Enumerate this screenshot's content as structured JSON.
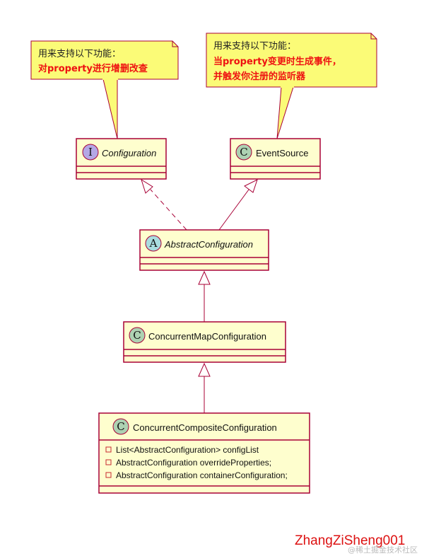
{
  "notes": {
    "left": {
      "line1": "用来支持以下功能：",
      "line2": "对property进行增删改查"
    },
    "right": {
      "line1": "用来支持以下功能：",
      "line2": "当property变更时生成事件，",
      "line3": "并触发你注册的监听器"
    }
  },
  "classes": {
    "configuration": {
      "stereotype": "I",
      "name": "Configuration",
      "kind": "interface"
    },
    "event_source": {
      "stereotype": "C",
      "name": "EventSource",
      "kind": "class"
    },
    "abstract_configuration": {
      "stereotype": "A",
      "name": "AbstractConfiguration",
      "kind": "abstract"
    },
    "concurrent_map_configuration": {
      "stereotype": "C",
      "name": "ConcurrentMapConfiguration",
      "kind": "class"
    },
    "concurrent_composite_configuration": {
      "stereotype": "C",
      "name": "ConcurrentCompositeConfiguration",
      "kind": "class",
      "fields": [
        "List<AbstractConfiguration> configList",
        "AbstractConfiguration overrideProperties;",
        "AbstractConfiguration containerConfiguration;"
      ]
    }
  },
  "colors": {
    "class_fill": "#fefece",
    "class_border": "#a80036",
    "note_fill": "#fbfb77",
    "note_border": "#a80036",
    "stereo_interface": "#b4a7e5",
    "stereo_class": "#add1b2",
    "stereo_abstract": "#a9dcdf",
    "highlight_text": "#ee1111"
  },
  "signature": "ZhangZiSheng001",
  "watermark": "@稀土掘金技术社区"
}
